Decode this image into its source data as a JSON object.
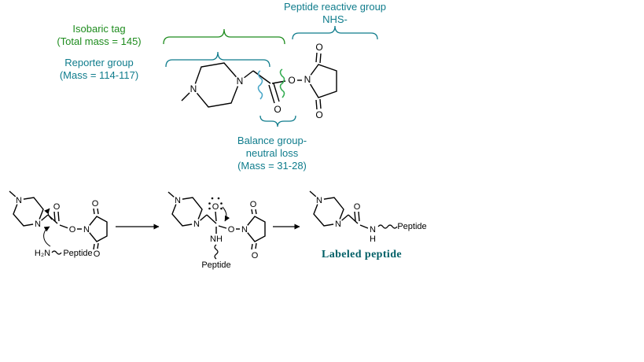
{
  "colors": {
    "teal": "#0f7c8c",
    "green": "#1e8c1e",
    "darkteal": "#005f66",
    "squigblue": "#4aa7c8",
    "squiggreen": "#35ad52"
  },
  "annotations": {
    "peptide_reactive": {
      "line1": "Peptide reactive group",
      "line2": "NHS-"
    },
    "isobaric": {
      "line1": "Isobaric tag",
      "line2": "(Total mass = 145)"
    },
    "reporter": {
      "line1": "Reporter group",
      "line2": "(Mass = 114-117)"
    },
    "balance": {
      "line1": "Balance group-",
      "line2": "neutral loss",
      "line3": "(Mass = 31-28)"
    }
  },
  "atoms": {
    "n": "N",
    "o": "O",
    "nh": "NH",
    "h": "H",
    "amine": "H₂N"
  },
  "reaction": {
    "peptide": "Peptide",
    "product_caption": "Labeled peptide"
  }
}
